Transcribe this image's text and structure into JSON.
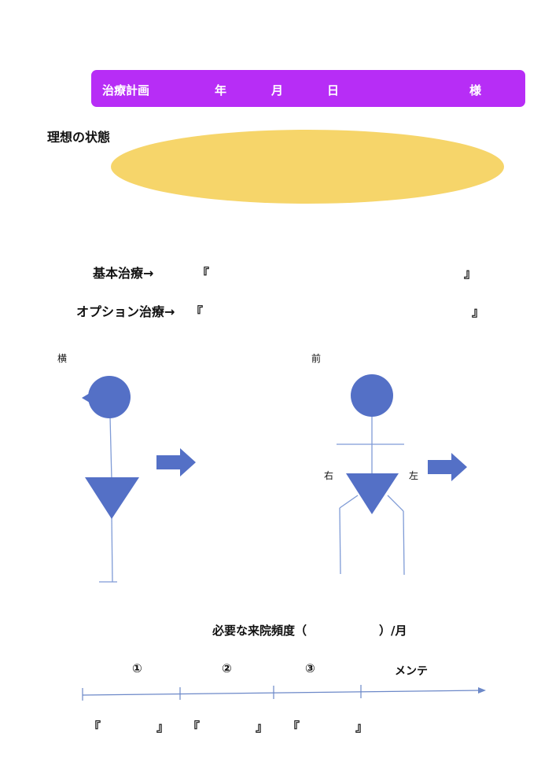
{
  "header": {
    "title": "治療計画",
    "year": "年",
    "month": "月",
    "day": "日",
    "honorific": "様",
    "color": "#b72df6"
  },
  "ideal": {
    "label": "理想の状態",
    "ellipse_color": "#f6d56a"
  },
  "treatment": {
    "basic_label": "基本治療→",
    "option_label": "オプション治療→",
    "open_bracket": "『",
    "close_bracket": "』"
  },
  "figures": {
    "side_label": "横",
    "front_label": "前",
    "right_label": "右",
    "left_label": "左",
    "shape_color": "#5470c6"
  },
  "visit": {
    "label": "必要な来院頻度（",
    "suffix": "）/月"
  },
  "timeline": {
    "stages": [
      "①",
      "②",
      "③",
      "メンテ"
    ],
    "open_bracket": "『",
    "close_bracket": "』"
  }
}
